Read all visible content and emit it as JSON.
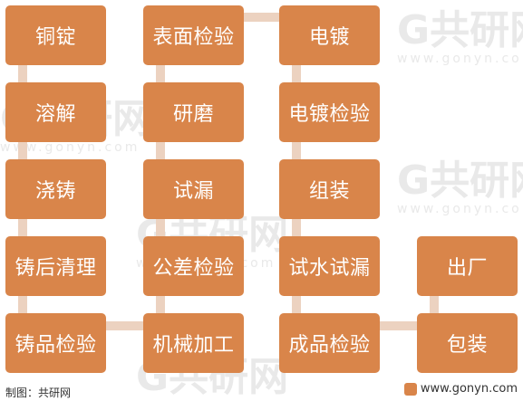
{
  "nodes": {
    "n_tongding": "铜锭",
    "n_rongjie": "溶解",
    "n_jiaozhu": "浇铸",
    "n_zhuhou_qingli": "铸后清理",
    "n_zhupin_jianyan": "铸品检验",
    "n_biaomian_jianyan": "表面检验",
    "n_yanmo": "研磨",
    "n_shilou": "试漏",
    "n_gongcha_jianyan": "公差检验",
    "n_jixie_jiagong": "机械加工",
    "n_diandu": "电镀",
    "n_diandu_jianyan": "电镀检验",
    "n_zuzhuang": "组装",
    "n_shishui_shilou": "试水试漏",
    "n_chengpin_jianyan": "成品检验",
    "n_baozhuang": "包装",
    "n_chuchang": "出厂"
  },
  "edges": [
    [
      "n_tongding",
      "n_rongjie"
    ],
    [
      "n_rongjie",
      "n_jiaozhu"
    ],
    [
      "n_jiaozhu",
      "n_zhuhou_qingli"
    ],
    [
      "n_zhuhou_qingli",
      "n_zhupin_jianyan"
    ],
    [
      "n_zhupin_jianyan",
      "n_jixie_jiagong"
    ],
    [
      "n_jixie_jiagong",
      "n_gongcha_jianyan"
    ],
    [
      "n_gongcha_jianyan",
      "n_shilou"
    ],
    [
      "n_shilou",
      "n_yanmo"
    ],
    [
      "n_yanmo",
      "n_biaomian_jianyan"
    ],
    [
      "n_biaomian_jianyan",
      "n_diandu"
    ],
    [
      "n_diandu",
      "n_diandu_jianyan"
    ],
    [
      "n_diandu_jianyan",
      "n_zuzhuang"
    ],
    [
      "n_zuzhuang",
      "n_shishui_shilou"
    ],
    [
      "n_shishui_shilou",
      "n_chengpin_jianyan"
    ],
    [
      "n_chengpin_jianyan",
      "n_baozhuang"
    ],
    [
      "n_baozhuang",
      "n_chuchang"
    ]
  ],
  "watermark": {
    "brand": "共研网",
    "url": "www.gonyn.com"
  },
  "footer": {
    "source": "制图：共研网",
    "url": "www.gonyn.com"
  },
  "colors": {
    "node_fill": "#d9854a",
    "node_text": "#ffffff",
    "connector": "#ecd2c0"
  }
}
